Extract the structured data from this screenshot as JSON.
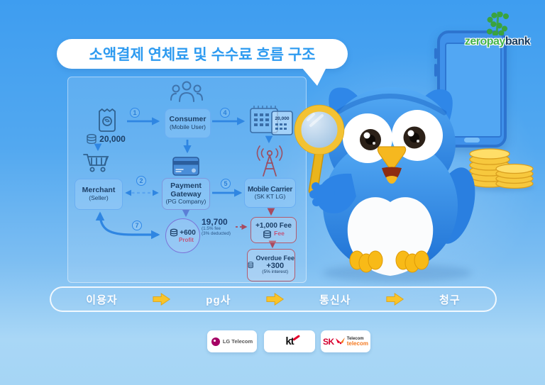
{
  "title": "소액결제 연체료 및 수수료 흐름 구조",
  "brand": {
    "zeropay": "zeropay",
    "bank": "bank"
  },
  "flow": {
    "steps": {
      "s1": "1",
      "s2": "2",
      "s4": "4",
      "s5": "5",
      "s7": "7"
    },
    "price": "20,000",
    "calendar_amount": "20,000",
    "consumer": {
      "title": "Consumer",
      "subtitle": "(Mobile User)"
    },
    "merchant": {
      "title": "Merchant",
      "subtitle": "(Seller)"
    },
    "gateway": {
      "line1": "Payment",
      "line2": "Gateway",
      "line3": "(PG Company)"
    },
    "carrier": {
      "title": "Mobile Carrier",
      "subtitle": "(SK KT LG)"
    },
    "profit": {
      "amount": "+600",
      "label": "Profit"
    },
    "settlement": {
      "amount": "19,700",
      "note1": "(1.5% fee",
      "note2": "(3% deducted)"
    },
    "fee": {
      "title": "+1,000 Fee",
      "label": "Fee"
    },
    "overdue": {
      "title": "Overdue Fee",
      "amount": "+300",
      "note": "(5% interest)"
    }
  },
  "bottom_bar": {
    "items": [
      "이용자",
      "pg사",
      "통신사",
      "청구"
    ]
  },
  "logos": {
    "lg": {
      "label": "LG Telecom"
    },
    "kt": {
      "label": "kt"
    },
    "sk": {
      "label": "SK",
      "line1": "Telecom",
      "line2": "telecom"
    }
  },
  "colors": {
    "accent_blue": "#2f9bf0",
    "maroon": "#a84a5e",
    "yellow": "#f9c42a",
    "green": "#44b34a",
    "navy": "#1c3f66"
  }
}
